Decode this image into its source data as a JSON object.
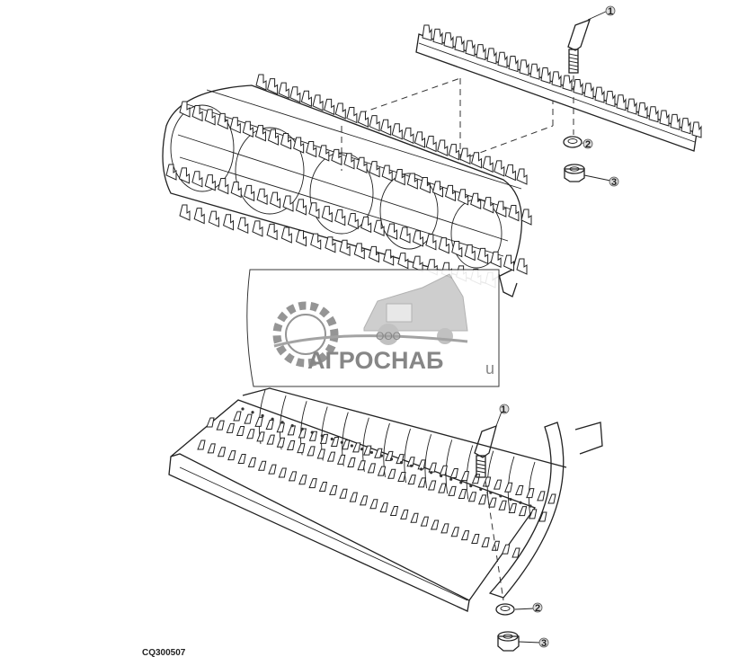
{
  "figure": {
    "code": "CQ300507"
  },
  "callouts": [
    {
      "id": "callout-1-top",
      "label": "1"
    },
    {
      "id": "callout-2-top",
      "label": "2"
    },
    {
      "id": "callout-3-top",
      "label": "3"
    },
    {
      "id": "callout-1-bottom",
      "label": "1"
    },
    {
      "id": "callout-2-bottom",
      "label": "2"
    },
    {
      "id": "callout-3-bottom",
      "label": "3"
    }
  ],
  "watermark": {
    "prefix": "ООО",
    "name": "АГРОСНАБ",
    "suffix": "u"
  },
  "colors": {
    "line": "#222222",
    "watermark": "#7a7a7a",
    "background": "#ffffff"
  },
  "icons": [
    "gear-icon",
    "combine-harvester-icon"
  ]
}
